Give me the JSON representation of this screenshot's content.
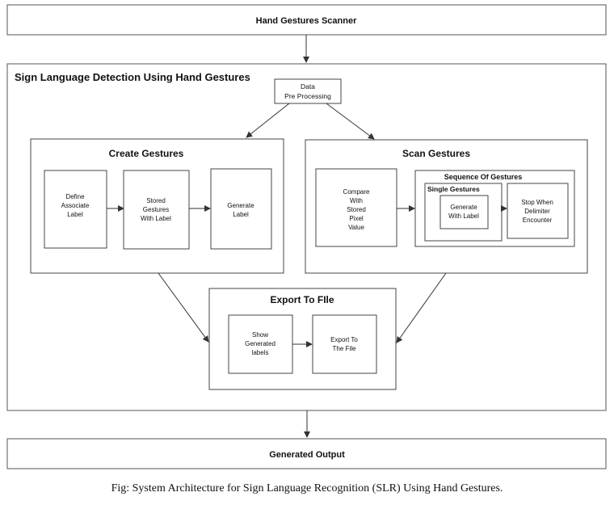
{
  "scanner": "Hand Gestures Scanner",
  "main": {
    "title": "Sign Language Detection Using Hand Gestures"
  },
  "preprocess": [
    "Data",
    "Pre Processing"
  ],
  "create": {
    "title": "Create Gestures",
    "define": [
      "Define",
      "Associate",
      "Label"
    ],
    "stored": [
      "Stored",
      "Gestures",
      "With Label"
    ],
    "generate": [
      "Generate",
      "Label"
    ]
  },
  "scan": {
    "title": "Scan Gestures",
    "compare": [
      "Compare",
      "With",
      "Stored",
      "Pixel",
      "Value"
    ],
    "sequence_title": "Sequence Of Gestures",
    "single_title": "Single Gestures",
    "generate": [
      "Generate",
      "With Label"
    ],
    "stop": [
      "Stop When",
      "Delimiter",
      "Encounter"
    ]
  },
  "export": {
    "title": "Export To FIle",
    "show": [
      "Show",
      "Generated",
      "labels"
    ],
    "file": [
      "Export To",
      "The File"
    ]
  },
  "output": "Generated Output",
  "caption": "Fig: System Architecture for Sign Language Recognition (SLR) Using Hand Gestures."
}
